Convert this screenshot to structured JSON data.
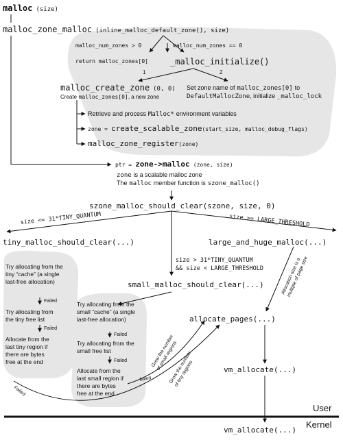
{
  "nodes": {
    "malloc": "malloc",
    "malloc_args": "(size)",
    "mzm": "malloc_zone_malloc",
    "mzm_args": "(inline_malloc_default_zone(), size)",
    "cond_gt0": "malloc_num_zones > 0",
    "cond_eq0": "malloc_num_zones == 0",
    "ret_zones": "return malloc_zones[0]",
    "init": "_malloc_initialize()",
    "num1": "1",
    "num2": "2",
    "mcz": "malloc_create_zone",
    "mcz_args": "(0, 0)",
    "mcz_note_pre": "Create",
    "mcz_note_code": "malloc_zones[0]",
    "mcz_note_post": ", a new zone",
    "setname_pre": "Set zone name of",
    "setname_code1": "malloc_zones[0]",
    "setname_mid": "to",
    "setname_code2": "DefaultMallocZone",
    "setname_post": ", initialize",
    "setname_code3": "_malloc_lock",
    "env_pre": "Retrieve and process",
    "env_code": "Malloc*",
    "env_post": "environment variables",
    "zone_eq": "zone =",
    "csz": "create_scalable_zone",
    "csz_args": "(start_size, malloc_debug_flags)",
    "mzr": "malloc_zone_register",
    "mzr_args": "(zone)",
    "ptr_pre": "ptr =",
    "zone_malloc": "zone->malloc",
    "zone_malloc_args": "(zone, size)",
    "zone_note_code": "zone",
    "zone_note_post": "is a scalable malloc zone",
    "member_pre": "The",
    "member_code": "malloc",
    "member_mid": "member function is",
    "member_code2": "szone_malloc()",
    "smsc": "szone_malloc_should_clear(szone, size, 0)",
    "cond_tiny": "size <= 31*TINY_QUANTUM",
    "cond_large": "size >= LARGE_THRESHOLD",
    "tmsc": "tiny_malloc_should_clear(...)",
    "lahm": "large_and_huge_malloc(...)",
    "cond_small1": "size > 31*TINY_QUANTUM",
    "cond_small2": "&& size < LARGE_THRESHOLD",
    "small_msc": "small_malloc_should_clear(...)",
    "alloc_pages": "allocate_pages(...)",
    "vm_alloc_user": "vm_allocate(...)",
    "vm_alloc_kernel": "vm_allocate(...)",
    "user": "User",
    "kernel": "Kernel"
  },
  "tiny_steps": {
    "s1": [
      "Try allocating from the",
      "tiny “cache” (a single",
      "last-free allocation)"
    ],
    "failed1": "Failed",
    "s2": [
      "Try allocating from",
      "the tiny free list"
    ],
    "failed2": "Failed",
    "s3": [
      "Allocate from the",
      "last tiny region if",
      "there are bytes",
      "free at the end"
    ]
  },
  "small_steps": {
    "s1": [
      "Try allocating from the",
      "small “cache” (a single",
      "last-free allocation)"
    ],
    "failed1": "Failed",
    "s2": [
      "Try allocating from the",
      "small free list"
    ],
    "failed2": "Failed",
    "s3": [
      "Allocate from the",
      "last small region if",
      "there are bytes",
      "free at the end"
    ]
  },
  "edge_labels": {
    "failed_left": "Failed",
    "failed_small": "failed",
    "grow_small": [
      "Grow the number",
      "of small regions"
    ],
    "grow_tiny": [
      "Grow the number",
      "of tiny regions"
    ],
    "large_note": [
      "Allocation size is a",
      "multiple of page size"
    ]
  }
}
